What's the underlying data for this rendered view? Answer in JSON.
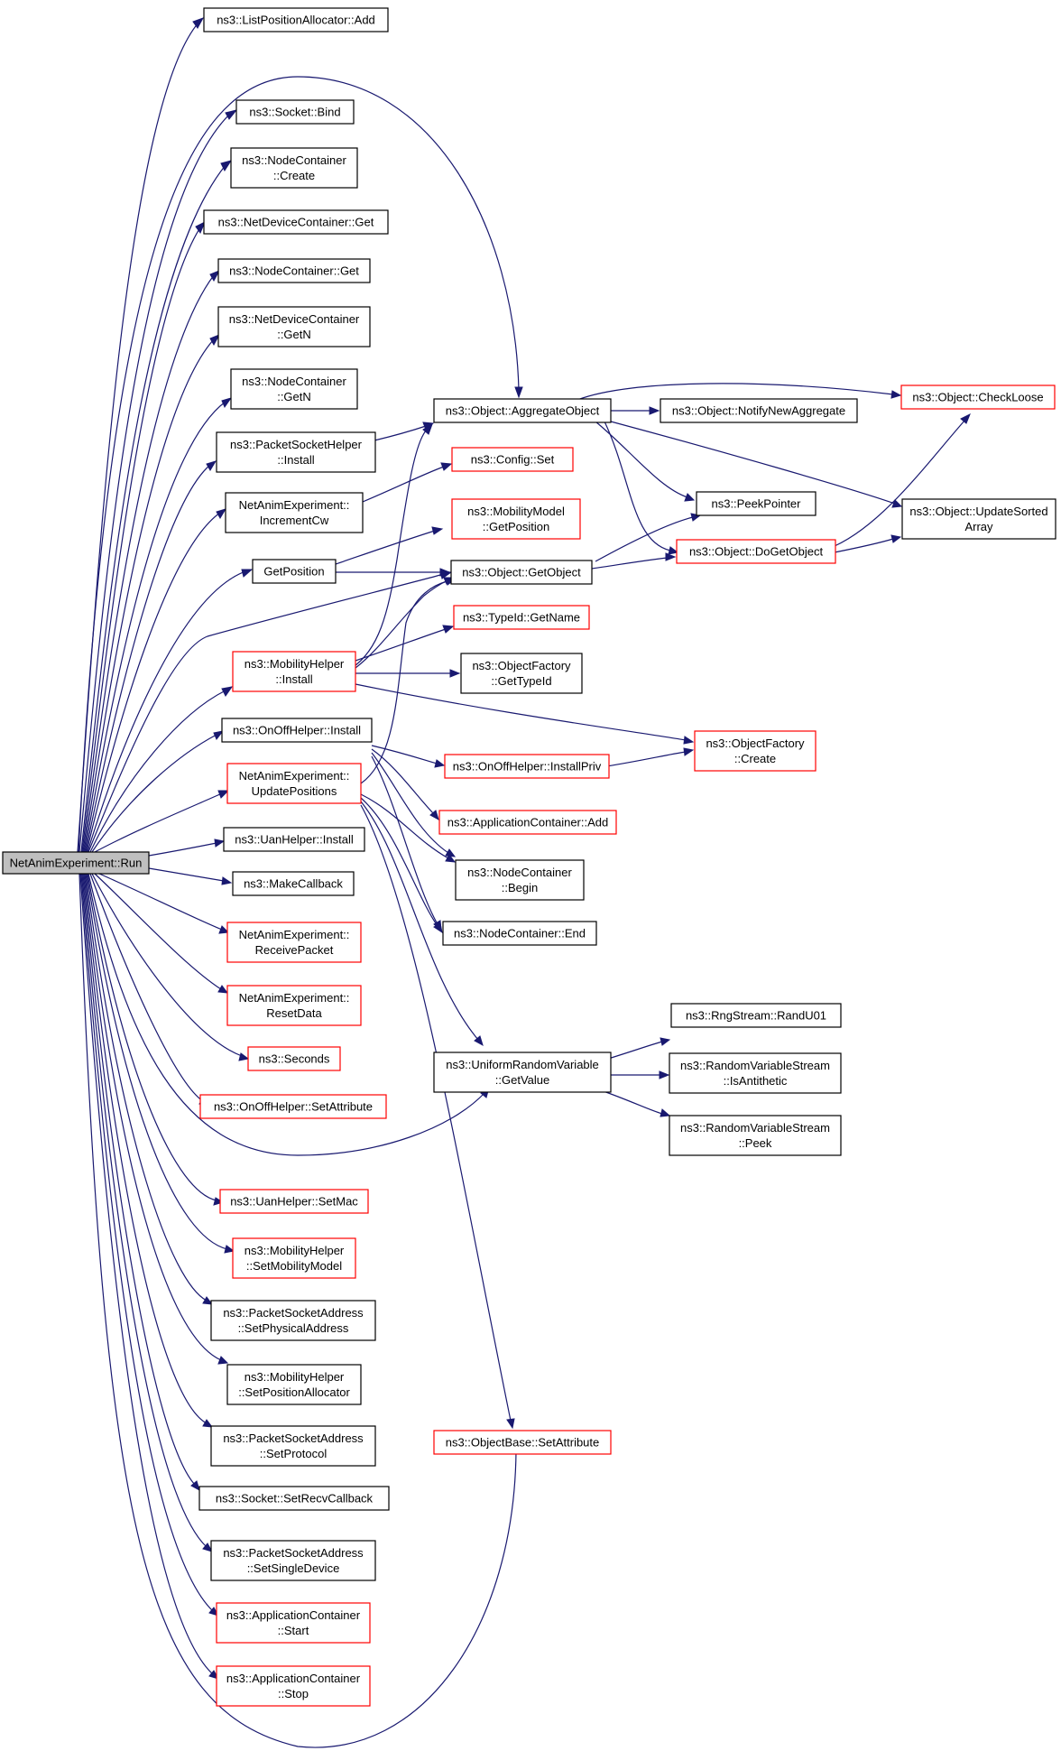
{
  "colors": {
    "edge": "#191970",
    "plain_border": "#000000",
    "highlight_border": "#ff0000",
    "root_fill": "#bfbfbf",
    "background": "#ffffff"
  },
  "nodes": [
    {
      "id": "run",
      "lines": [
        "NetAnimExperiment::Run"
      ],
      "style": "root"
    },
    {
      "id": "lpa_add",
      "lines": [
        "ns3::ListPositionAllocator::Add"
      ],
      "style": "plain"
    },
    {
      "id": "sock_bind",
      "lines": [
        "ns3::Socket::Bind"
      ],
      "style": "plain"
    },
    {
      "id": "nc_create",
      "lines": [
        "ns3::NodeContainer",
        "::Create"
      ],
      "style": "plain"
    },
    {
      "id": "ndc_get",
      "lines": [
        "ns3::NetDeviceContainer::Get"
      ],
      "style": "plain"
    },
    {
      "id": "nc_get",
      "lines": [
        "ns3::NodeContainer::Get"
      ],
      "style": "plain"
    },
    {
      "id": "ndc_getn",
      "lines": [
        "ns3::NetDeviceContainer",
        "::GetN"
      ],
      "style": "plain"
    },
    {
      "id": "nc_getn",
      "lines": [
        "ns3::NodeContainer",
        "::GetN"
      ],
      "style": "plain"
    },
    {
      "id": "psh_install",
      "lines": [
        "ns3::PacketSocketHelper",
        "::Install"
      ],
      "style": "plain"
    },
    {
      "id": "nae_inc",
      "lines": [
        "NetAnimExperiment::",
        "IncrementCw"
      ],
      "style": "plain"
    },
    {
      "id": "getpos",
      "lines": [
        "GetPosition"
      ],
      "style": "plain"
    },
    {
      "id": "mh_install",
      "lines": [
        "ns3::MobilityHelper",
        "::Install"
      ],
      "style": "red"
    },
    {
      "id": "ooh_install",
      "lines": [
        "ns3::OnOffHelper::Install"
      ],
      "style": "plain"
    },
    {
      "id": "nae_upd",
      "lines": [
        "NetAnimExperiment::",
        "UpdatePositions"
      ],
      "style": "red"
    },
    {
      "id": "uan_install",
      "lines": [
        "ns3::UanHelper::Install"
      ],
      "style": "plain"
    },
    {
      "id": "makecb",
      "lines": [
        "ns3::MakeCallback"
      ],
      "style": "plain"
    },
    {
      "id": "nae_recv",
      "lines": [
        "NetAnimExperiment::",
        "ReceivePacket"
      ],
      "style": "red"
    },
    {
      "id": "nae_reset",
      "lines": [
        "NetAnimExperiment::",
        "ResetData"
      ],
      "style": "red"
    },
    {
      "id": "seconds",
      "lines": [
        "ns3::Seconds"
      ],
      "style": "red"
    },
    {
      "id": "ooh_setattr",
      "lines": [
        "ns3::OnOffHelper::SetAttribute"
      ],
      "style": "red"
    },
    {
      "id": "uan_setmac",
      "lines": [
        "ns3::UanHelper::SetMac"
      ],
      "style": "red"
    },
    {
      "id": "mh_setmm",
      "lines": [
        "ns3::MobilityHelper",
        "::SetMobilityModel"
      ],
      "style": "red"
    },
    {
      "id": "psa_setphys",
      "lines": [
        "ns3::PacketSocketAddress",
        "::SetPhysicalAddress"
      ],
      "style": "plain"
    },
    {
      "id": "mh_setpa",
      "lines": [
        "ns3::MobilityHelper",
        "::SetPositionAllocator"
      ],
      "style": "plain"
    },
    {
      "id": "psa_setproto",
      "lines": [
        "ns3::PacketSocketAddress",
        "::SetProtocol"
      ],
      "style": "plain"
    },
    {
      "id": "sock_setrecv",
      "lines": [
        "ns3::Socket::SetRecvCallback"
      ],
      "style": "plain"
    },
    {
      "id": "psa_setsingle",
      "lines": [
        "ns3::PacketSocketAddress",
        "::SetSingleDevice"
      ],
      "style": "plain"
    },
    {
      "id": "ac_start",
      "lines": [
        "ns3::ApplicationContainer",
        "::Start"
      ],
      "style": "red"
    },
    {
      "id": "ac_stop",
      "lines": [
        "ns3::ApplicationContainer",
        "::Stop"
      ],
      "style": "red"
    },
    {
      "id": "obj_agg",
      "lines": [
        "ns3::Object::AggregateObject"
      ],
      "style": "plain"
    },
    {
      "id": "cfg_set",
      "lines": [
        "ns3::Config::Set"
      ],
      "style": "red"
    },
    {
      "id": "mm_getpos",
      "lines": [
        "ns3::MobilityModel",
        "::GetPosition"
      ],
      "style": "red"
    },
    {
      "id": "obj_getobj",
      "lines": [
        "ns3::Object::GetObject"
      ],
      "style": "plain"
    },
    {
      "id": "tid_getname",
      "lines": [
        "ns3::TypeId::GetName"
      ],
      "style": "red"
    },
    {
      "id": "of_gettid",
      "lines": [
        "ns3::ObjectFactory",
        "::GetTypeId"
      ],
      "style": "plain"
    },
    {
      "id": "ooh_priv",
      "lines": [
        "ns3::OnOffHelper::InstallPriv"
      ],
      "style": "red"
    },
    {
      "id": "ac_add",
      "lines": [
        "ns3::ApplicationContainer::Add"
      ],
      "style": "red"
    },
    {
      "id": "nc_begin",
      "lines": [
        "ns3::NodeContainer",
        "::Begin"
      ],
      "style": "plain"
    },
    {
      "id": "nc_end",
      "lines": [
        "ns3::NodeContainer::End"
      ],
      "style": "plain"
    },
    {
      "id": "urv_getval",
      "lines": [
        "ns3::UniformRandomVariable",
        "::GetValue"
      ],
      "style": "plain"
    },
    {
      "id": "ob_setattr",
      "lines": [
        "ns3::ObjectBase::SetAttribute"
      ],
      "style": "red"
    },
    {
      "id": "obj_notify",
      "lines": [
        "ns3::Object::NotifyNewAggregate"
      ],
      "style": "plain"
    },
    {
      "id": "peekptr",
      "lines": [
        "ns3::PeekPointer"
      ],
      "style": "plain"
    },
    {
      "id": "obj_dogetobj",
      "lines": [
        "ns3::Object::DoGetObject"
      ],
      "style": "red"
    },
    {
      "id": "of_create",
      "lines": [
        "ns3::ObjectFactory",
        "::Create"
      ],
      "style": "red"
    },
    {
      "id": "rng_randu01",
      "lines": [
        "ns3::RngStream::RandU01"
      ],
      "style": "plain"
    },
    {
      "id": "rvs_isanti",
      "lines": [
        "ns3::RandomVariableStream",
        "::IsAntithetic"
      ],
      "style": "plain"
    },
    {
      "id": "rvs_peek",
      "lines": [
        "ns3::RandomVariableStream",
        "::Peek"
      ],
      "style": "plain"
    },
    {
      "id": "obj_checkloose",
      "lines": [
        "ns3::Object::CheckLoose"
      ],
      "style": "red"
    },
    {
      "id": "obj_updsorted",
      "lines": [
        "ns3::Object::UpdateSorted",
        "Array"
      ],
      "style": "plain"
    }
  ]
}
